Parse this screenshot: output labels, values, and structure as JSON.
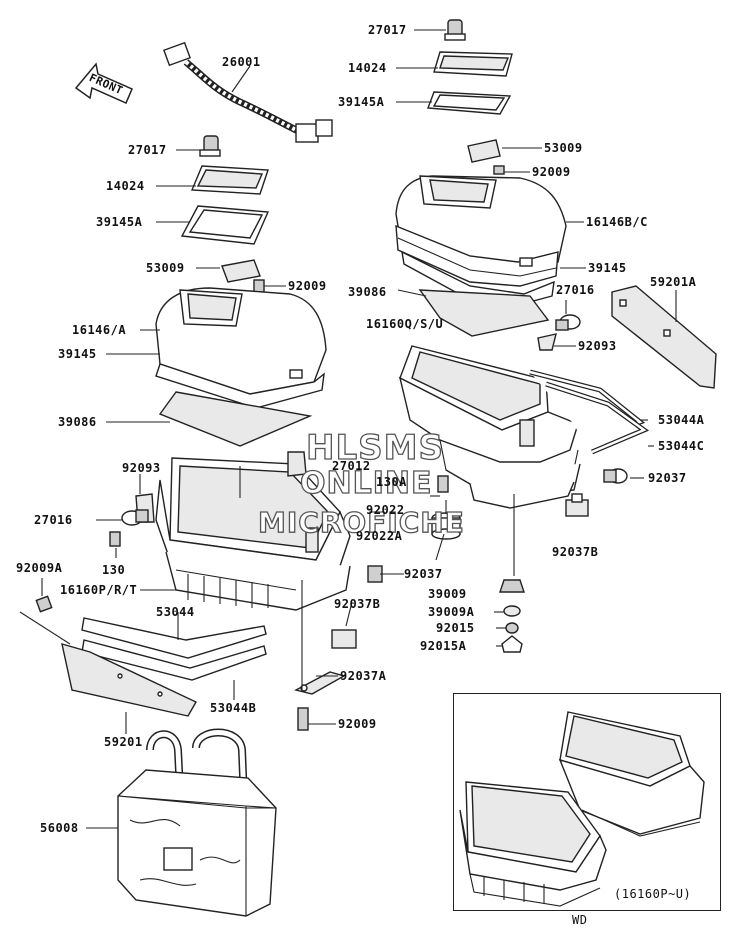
{
  "callouts": {
    "c26001": "26001",
    "c27017_top": "27017",
    "c14024_top": "14024",
    "c39145A_top": "39145A",
    "c27017_left": "27017",
    "c14024_left": "14024",
    "c39145A_left": "39145A",
    "c53009_right": "53009",
    "c92009_right": "92009",
    "c16146BC": "16146B/C",
    "c39145_right": "39145",
    "c39086_right": "39086",
    "c27016_right": "27016",
    "c59201A": "59201A",
    "c16160QSU": "16160Q/S/U",
    "c92093_right": "92093",
    "c53009_left": "53009",
    "c92009_left": "92009",
    "c16146A": "16146/A",
    "c39145_left": "39145",
    "c39086_left": "39086",
    "c53044A": "53044A",
    "c53044C": "53044C",
    "c92093_left": "92093",
    "c27012": "27012",
    "c130A": "130A",
    "c92037_right": "92037",
    "c27016_left": "27016",
    "c92022": "92022",
    "c92022A": "92022A",
    "c130": "130",
    "c92037B_right": "92037B",
    "c92009A": "92009A",
    "c92037_mid": "92037",
    "c16160PRT": "16160P/R/T",
    "c39009": "39009",
    "c92037B_mid": "92037B",
    "c53044": "53044",
    "c39009A": "39009A",
    "c92015": "92015",
    "c92015A": "92015A",
    "c92037A": "92037A",
    "c53044B": "53044B",
    "c59201": "59201",
    "c92009_bottom": "92009",
    "c56008": "56008"
  },
  "front_arrow": "FRONT",
  "inset": {
    "caption": "(16160P~U)",
    "label": "WD"
  },
  "watermark": {
    "line1": "HLSMS",
    "line2": "ONLINE",
    "line3": "MICROFICHE"
  },
  "colors": {
    "line": "#222222",
    "part_fill": "#ffffff",
    "shade_fill": "#cfcfcf",
    "watermark_outline": "#555555"
  }
}
